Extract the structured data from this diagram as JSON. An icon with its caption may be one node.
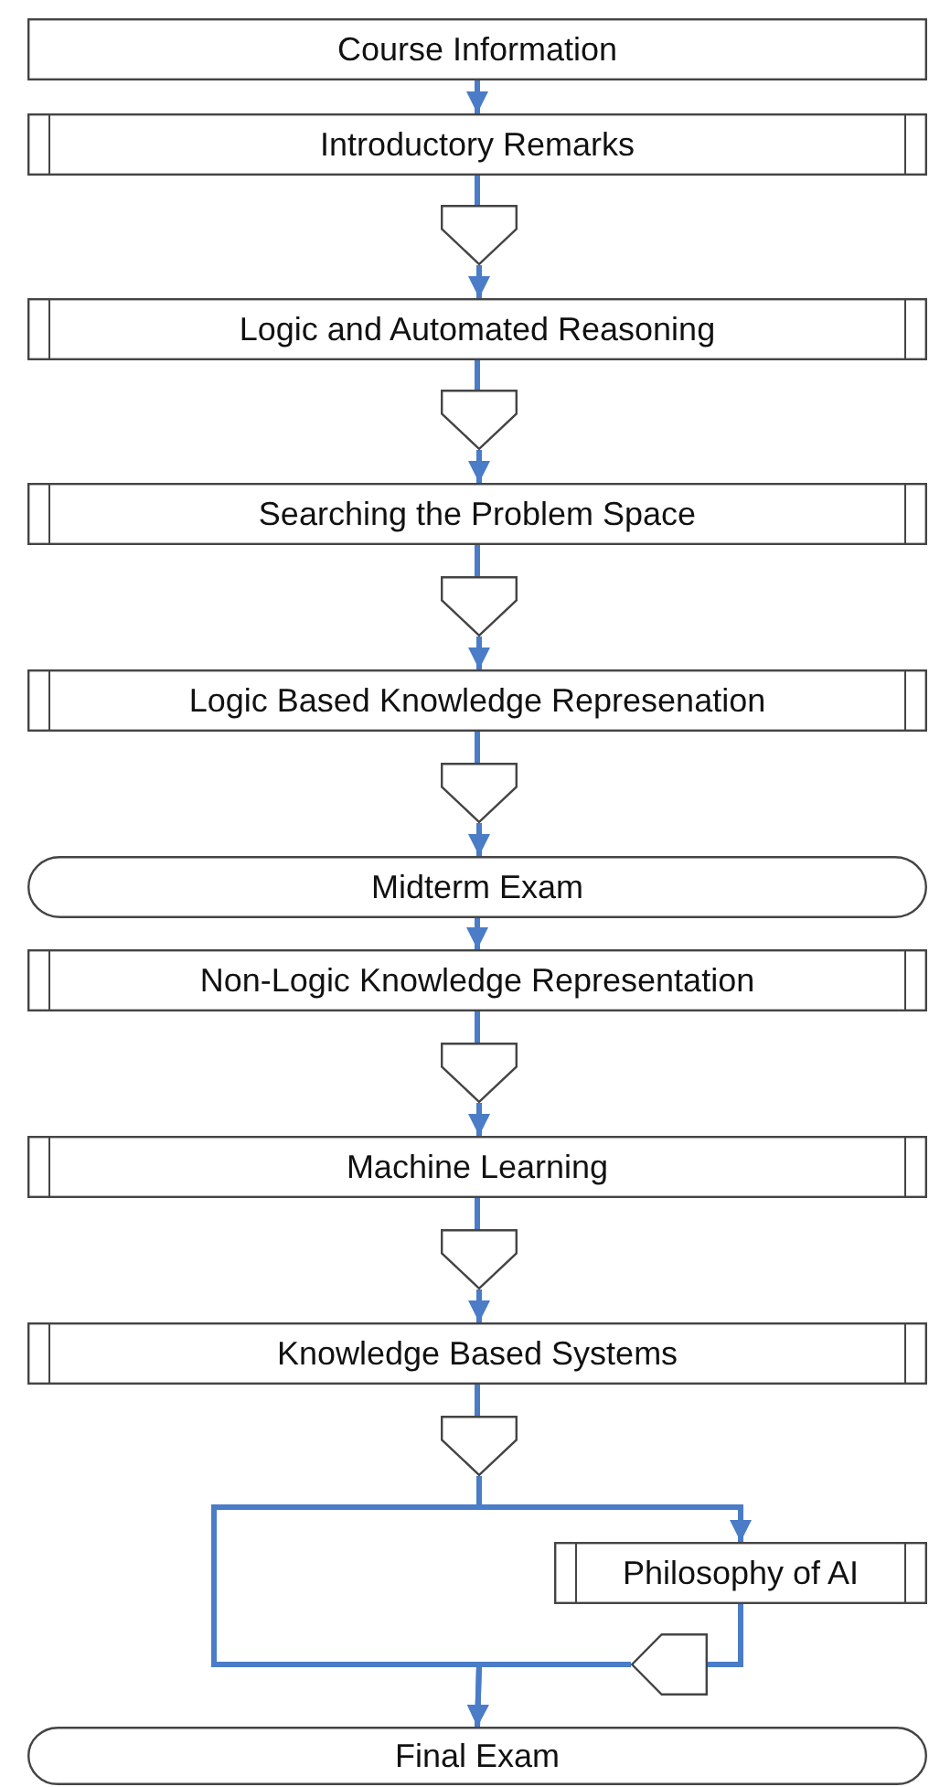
{
  "diagram": {
    "nodes": [
      {
        "text": [
          "Course Information"
        ]
      },
      {
        "text": [
          "Introductory Remarks"
        ]
      },
      {
        "text": [],
        "shape": "pentagon"
      },
      {
        "text": [
          "Logic and Automated Reasoning"
        ]
      },
      {
        "text": [],
        "shape": "pentagon"
      },
      {
        "text": [
          "Searching the Problem Space"
        ]
      },
      {
        "text": [],
        "shape": "pentagon"
      },
      {
        "text": [
          "Logic Based Knowledge Represenation"
        ]
      },
      {
        "text": [],
        "shape": "pentagon"
      },
      {
        "text": [
          "Midterm Exam"
        ]
      },
      {
        "text": [
          "Non-Logic Knowledge Representation"
        ]
      },
      {
        "text": [],
        "shape": "pentagon"
      },
      {
        "text": [
          "Machine Learning"
        ]
      },
      {
        "text": [],
        "shape": "pentagon"
      },
      {
        "text": [
          "Knowledge Based Systems"
        ]
      },
      {
        "text": [],
        "shape": "pentagon"
      },
      {
        "text": [
          "Philosophy of AI"
        ]
      },
      {
        "text": [],
        "shape": "pentagon"
      },
      {
        "text": [
          "Final Exam"
        ]
      }
    ],
    "edges": [
      {
        "from": 0,
        "to": 1,
        "arrow": "to"
      },
      {
        "from": 1,
        "to": 2,
        "arrow": "none"
      },
      {
        "from": 2,
        "to": 3,
        "arrow": "to"
      },
      {
        "from": 3,
        "to": 4,
        "arrow": "none"
      },
      {
        "from": 4,
        "to": 5,
        "arrow": "to"
      },
      {
        "from": 5,
        "to": 6,
        "arrow": "none"
      },
      {
        "from": 6,
        "to": 7,
        "arrow": "to"
      },
      {
        "from": 7,
        "to": 8,
        "arrow": "none"
      },
      {
        "from": 8,
        "to": 9,
        "arrow": "to"
      },
      {
        "from": 9,
        "to": 10,
        "arrow": "to"
      },
      {
        "from": 10,
        "to": 11,
        "arrow": "none"
      },
      {
        "from": 11,
        "to": 12,
        "arrow": "to"
      },
      {
        "from": 12,
        "to": 13,
        "arrow": "none"
      },
      {
        "from": 13,
        "to": 14,
        "arrow": "to"
      },
      {
        "from": 14,
        "to": 15,
        "arrow": "none"
      },
      {
        "from": 15,
        "to": 16,
        "arrow": "to"
      },
      {
        "from": 15,
        "to": 18,
        "arrow": "to"
      },
      {
        "from": 16,
        "to": 17,
        "arrow": "none"
      },
      {
        "from": 17,
        "to": 18,
        "arrow": "to"
      }
    ]
  }
}
